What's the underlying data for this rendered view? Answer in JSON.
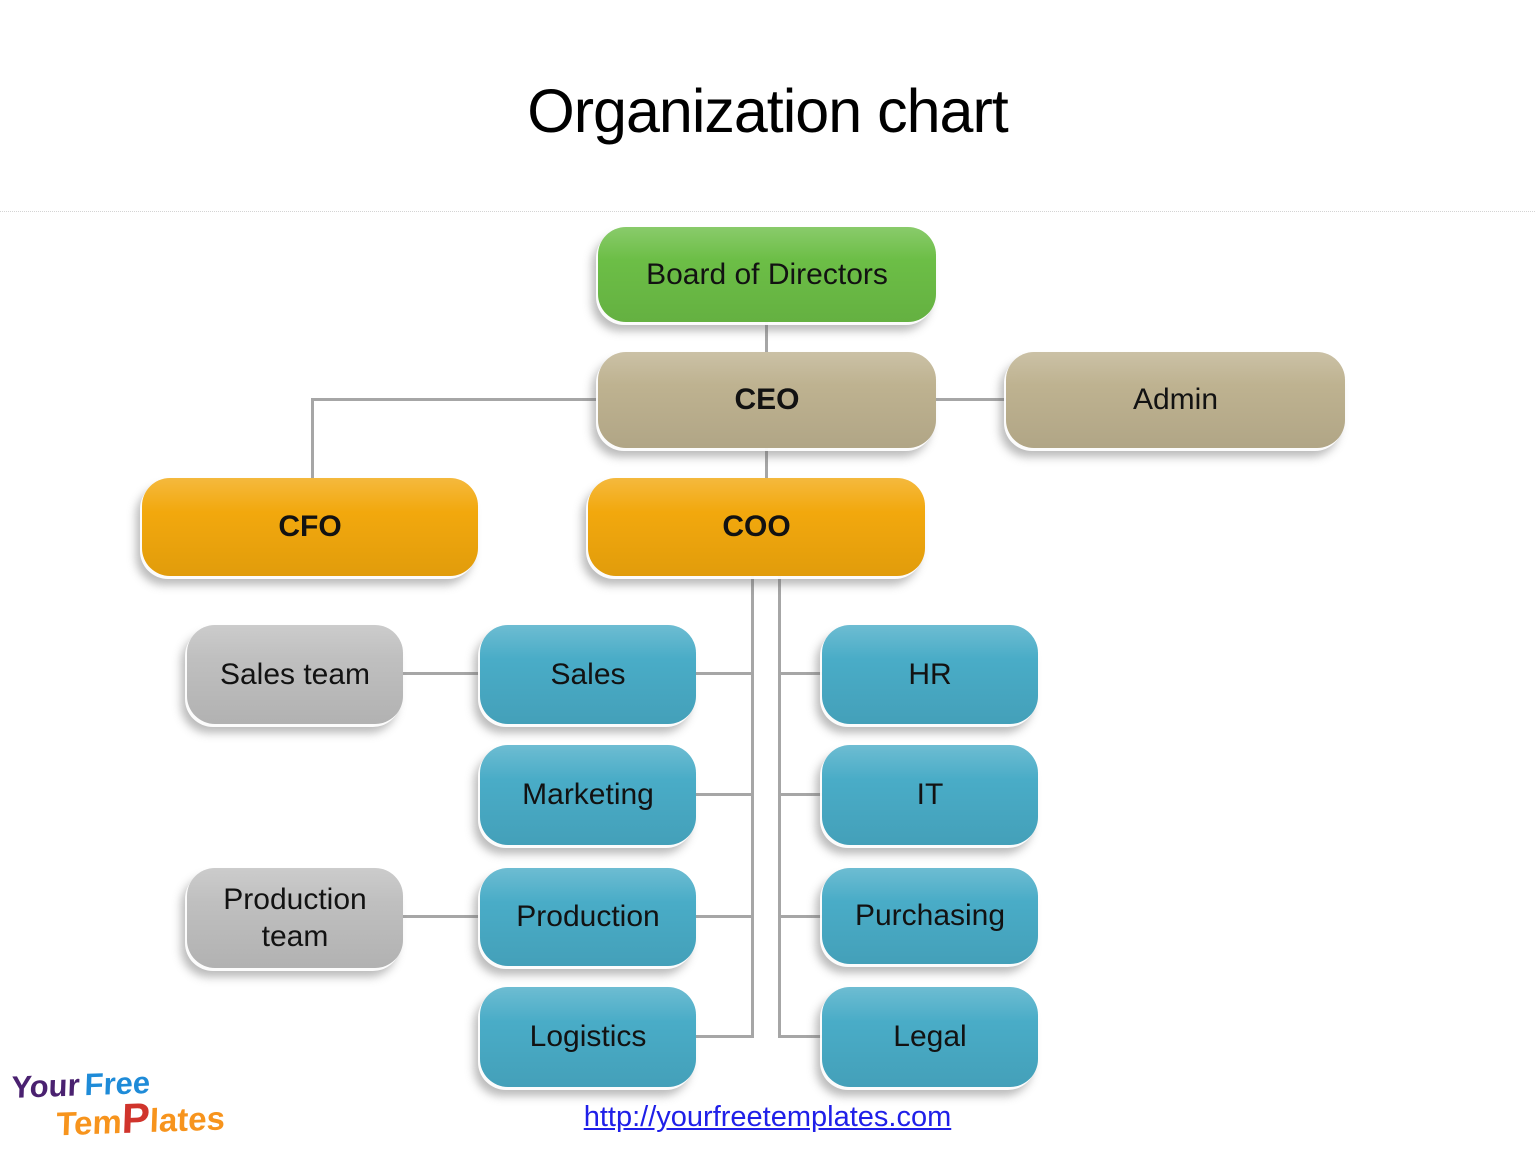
{
  "slide": {
    "title": "Organization chart",
    "footer_link": "http://yourfreetemplates.com"
  },
  "logo": {
    "your": "Your",
    "free": "Free",
    "tem": "Tem",
    "p": "P",
    "lates": "lates"
  },
  "palette": {
    "green": "#6CBE46",
    "tan": "#BEB290",
    "amber": "#F2A80D",
    "teal": "#49ACC7",
    "gray": "#BFBFBF",
    "connector": "#A6A6A6",
    "link_blue": "#1F1FE8",
    "logo_purple": "#4A2170",
    "logo_blue": "#1E8BD8",
    "logo_orange": "#F7941D",
    "logo_red": "#D0342C"
  },
  "org": {
    "nodes": [
      {
        "id": "board",
        "label": "Board of Directors",
        "color_key": "green",
        "bold": false,
        "reports_to": null
      },
      {
        "id": "ceo",
        "label": "CEO",
        "color_key": "tan",
        "bold": true,
        "reports_to": "board"
      },
      {
        "id": "admin",
        "label": "Admin",
        "color_key": "tan",
        "bold": false,
        "reports_to": "ceo"
      },
      {
        "id": "cfo",
        "label": "CFO",
        "color_key": "amber",
        "bold": true,
        "reports_to": "ceo"
      },
      {
        "id": "coo",
        "label": "COO",
        "color_key": "amber",
        "bold": true,
        "reports_to": "ceo"
      },
      {
        "id": "sales_team",
        "label": "Sales team",
        "color_key": "gray",
        "bold": false,
        "reports_to": "sales"
      },
      {
        "id": "sales",
        "label": "Sales",
        "color_key": "teal",
        "bold": false,
        "reports_to": "coo"
      },
      {
        "id": "hr",
        "label": "HR",
        "color_key": "teal",
        "bold": false,
        "reports_to": "coo"
      },
      {
        "id": "marketing",
        "label": "Marketing",
        "color_key": "teal",
        "bold": false,
        "reports_to": "coo"
      },
      {
        "id": "it",
        "label": "IT",
        "color_key": "teal",
        "bold": false,
        "reports_to": "coo"
      },
      {
        "id": "production_team",
        "label": "Production team",
        "color_key": "gray",
        "bold": false,
        "reports_to": "production"
      },
      {
        "id": "production",
        "label": "Production",
        "color_key": "teal",
        "bold": false,
        "reports_to": "coo"
      },
      {
        "id": "purchasing",
        "label": "Purchasing",
        "color_key": "teal",
        "bold": false,
        "reports_to": "coo"
      },
      {
        "id": "logistics",
        "label": "Logistics",
        "color_key": "teal",
        "bold": false,
        "reports_to": "coo"
      },
      {
        "id": "legal",
        "label": "Legal",
        "color_key": "teal",
        "bold": false,
        "reports_to": "coo"
      }
    ]
  }
}
